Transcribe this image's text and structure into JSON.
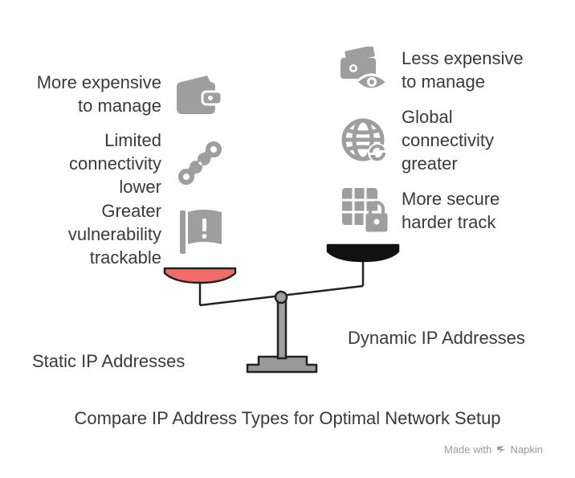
{
  "left": {
    "title": "Static IP Addresses",
    "items": [
      {
        "lines": [
          "More expensive",
          "to manage"
        ],
        "icon": "wallet-icon"
      },
      {
        "lines": [
          "Limited",
          "connectivity",
          "lower"
        ],
        "icon": "broken-link-icon"
      },
      {
        "lines": [
          "Greater",
          "vulnerability",
          "trackable"
        ],
        "icon": "warning-flag-icon"
      }
    ]
  },
  "right": {
    "title": "Dynamic IP Addresses",
    "items": [
      {
        "lines": [
          "Less expensive",
          "to manage"
        ],
        "icon": "money-eye-icon"
      },
      {
        "lines": [
          "Global",
          "connectivity",
          "greater"
        ],
        "icon": "globe-sync-icon"
      },
      {
        "lines": [
          "More secure",
          "harder track"
        ],
        "icon": "grid-lock-icon"
      }
    ]
  },
  "main_title": "Compare IP Address Types for Optimal Network Setup",
  "credit": {
    "prefix": "Made with",
    "brand": "Napkin"
  },
  "colors": {
    "left_pan": "#f26b6b",
    "right_pan": "#111111",
    "icon": "#9e9e9e",
    "text": "#3a3a3a"
  }
}
